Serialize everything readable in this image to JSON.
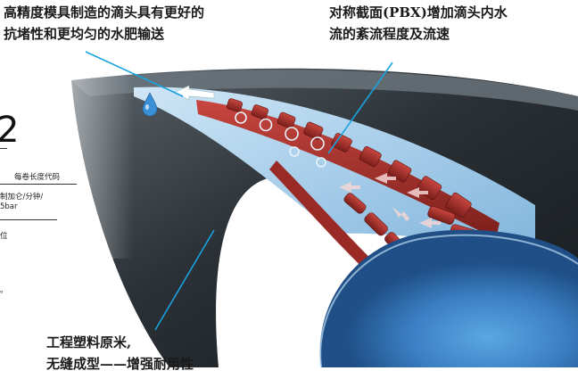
{
  "callouts": {
    "precision_mold": {
      "line1": "高精度模具制造的滴头具有更好的",
      "line2": "抗堵性和更均匀的水肥输送"
    },
    "symmetric_section": {
      "line1": "对称截面(PBX)增加滴头内水",
      "line2": "流的紊流程度及流速"
    },
    "engineering_plastic": {
      "line1": "工程塑料原米,",
      "line2": "无缝成型——增强耐用性"
    }
  },
  "fragments": {
    "big_digit": "2",
    "roll_length_code": "每卷长度代码",
    "flow_line1": "制加仑/分钟/",
    "flow_line2": "5bar",
    "unit": "位",
    "dot": "。"
  },
  "colors": {
    "tube_dark": "#2b3136",
    "channel_blue": "#8ec3e6",
    "emitter_red": "#a8302c",
    "leader_line": "#1aa3e0",
    "water_drop": "#3b8fd6"
  }
}
